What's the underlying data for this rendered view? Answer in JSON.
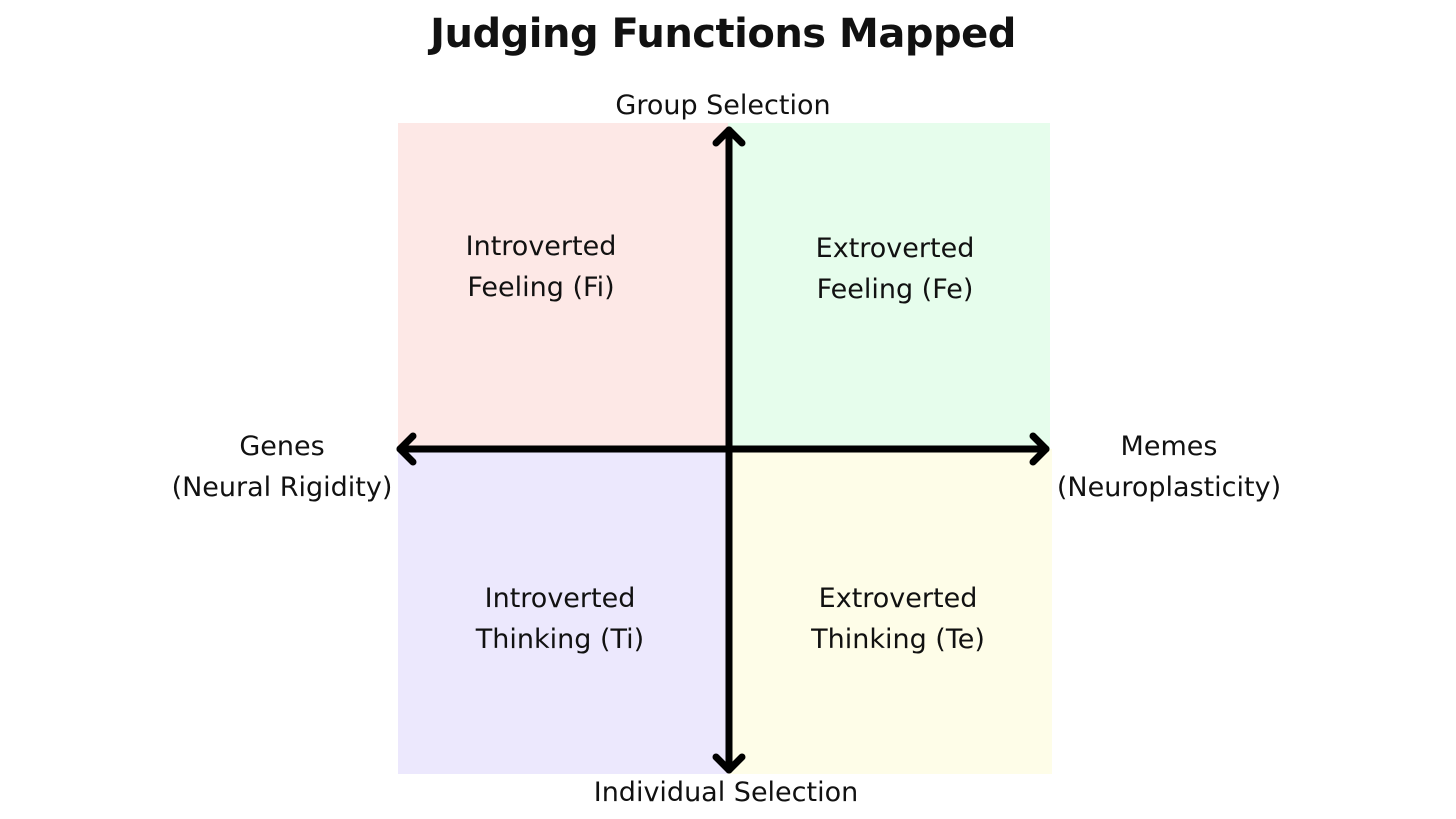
{
  "title": "Judging Functions Mapped",
  "axes": {
    "top": "Group Selection",
    "bottom": "Individual Selection",
    "left": {
      "line1": "Genes",
      "line2": "(Neural Rigidity)"
    },
    "right": {
      "line1": "Memes",
      "line2": "(Neuroplasticity)"
    }
  },
  "quadrants": {
    "top_left": {
      "line1": "Introverted",
      "line2": "Feeling (Fi)",
      "color": "#fde8e6"
    },
    "top_right": {
      "line1": "Extroverted",
      "line2": "Feeling (Fe)",
      "color": "#e6fdec"
    },
    "bottom_left": {
      "line1": "Introverted",
      "line2": "Thinking (Ti)",
      "color": "#ece8fd"
    },
    "bottom_right": {
      "line1": "Extroverted",
      "line2": "Thinking (Te)",
      "color": "#fefde8"
    }
  },
  "axis_color": "#000000"
}
